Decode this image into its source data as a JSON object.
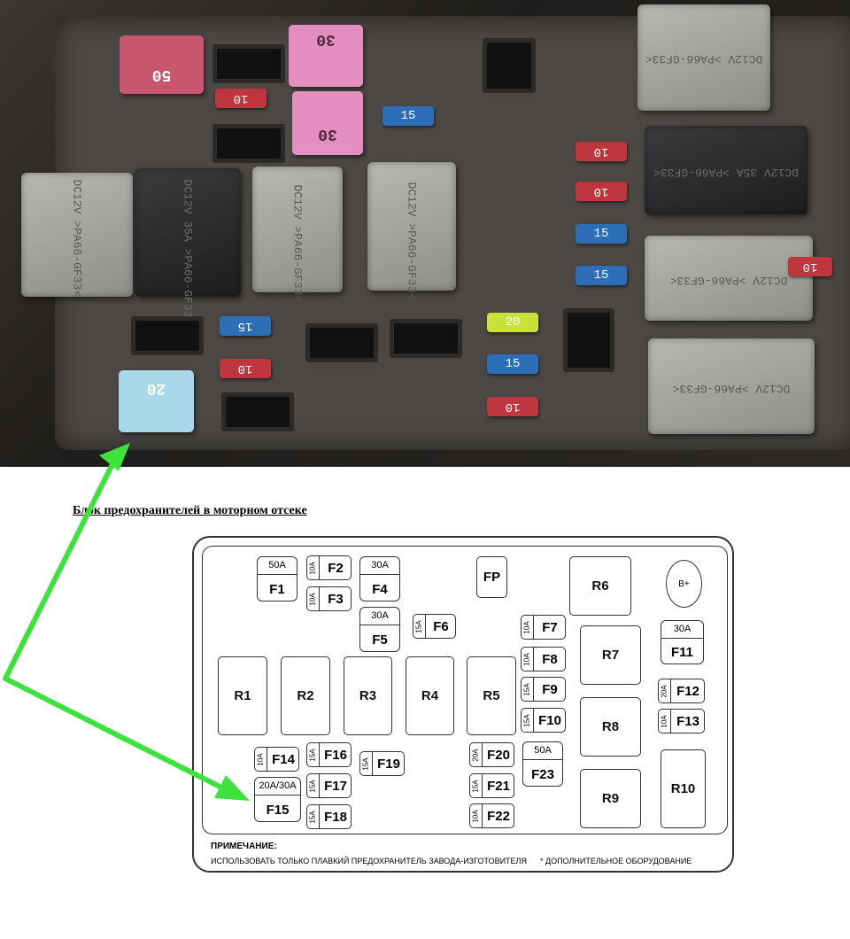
{
  "photo": {
    "relays": [
      {
        "text": "DC12V >PA66-GF33<"
      },
      {
        "text": "DC12V 35A >PA66-GF33<"
      },
      {
        "text": "DC12V >PA66-GF33<"
      },
      {
        "text": "DC12V >PA66-GF33<"
      },
      {
        "text": "DC12V >PA66-GF33<"
      },
      {
        "text": "DC12V 35A >PA66-GF33<"
      },
      {
        "text": "DC12V >PA66-GF33<"
      },
      {
        "text": "DC12V >PA66-GF33<"
      }
    ],
    "maxi_fuses": [
      {
        "value": "50",
        "color": "#c9566f"
      },
      {
        "value": "30",
        "color": "#e58fc0"
      },
      {
        "value": "30",
        "color": "#e58fc0"
      },
      {
        "value": "20",
        "color": "#a9d8ea"
      }
    ],
    "mini_fuses": [
      {
        "value": "10",
        "color": "#c0363f"
      },
      {
        "value": "15",
        "color": "#2d6fb6"
      },
      {
        "value": "10",
        "color": "#c0363f"
      },
      {
        "value": "10",
        "color": "#c0363f"
      },
      {
        "value": "15",
        "color": "#2d6fb6"
      },
      {
        "value": "15",
        "color": "#2d6fb6"
      },
      {
        "value": "15",
        "color": "#2d6fb6"
      },
      {
        "value": "20",
        "color": "#c9e23a"
      },
      {
        "value": "10",
        "color": "#c0363f"
      },
      {
        "value": "15",
        "color": "#2d6fb6"
      },
      {
        "value": "10",
        "color": "#c0363f"
      },
      {
        "value": "10",
        "color": "#c0363f"
      }
    ]
  },
  "diagram": {
    "caption": "Блок предохранителей в моторном отсеке",
    "relays": {
      "R1": "R1",
      "R2": "R2",
      "R3": "R3",
      "R4": "R4",
      "R5": "R5",
      "R6": "R6",
      "R7": "R7",
      "R8": "R8",
      "R9": "R9",
      "R10": "R10"
    },
    "fp": "FP",
    "bplus": "B+",
    "maxi": {
      "F1": {
        "amp": "50A",
        "id": "F1"
      },
      "F4": {
        "amp": "30A",
        "id": "F4"
      },
      "F5": {
        "amp": "30A",
        "id": "F5"
      },
      "F11": {
        "amp": "30A",
        "id": "F11"
      },
      "F15": {
        "amp": "20A/30A",
        "id": "F15"
      },
      "F23": {
        "amp": "50A",
        "id": "F23"
      }
    },
    "mini": {
      "F2": {
        "amp": "10A",
        "id": "F2"
      },
      "F3": {
        "amp": "10A",
        "id": "F3"
      },
      "F6": {
        "amp": "15A",
        "id": "F6"
      },
      "F7": {
        "amp": "10A",
        "id": "F7"
      },
      "F8": {
        "amp": "10A",
        "id": "F8"
      },
      "F9": {
        "amp": "15A",
        "id": "F9"
      },
      "F10": {
        "amp": "15A",
        "id": "F10"
      },
      "F12": {
        "amp": "20A",
        "id": "F12"
      },
      "F13": {
        "amp": "10A",
        "id": "F13"
      },
      "F14": {
        "amp": "10A",
        "id": "F14"
      },
      "F16": {
        "amp": "15A",
        "id": "F16"
      },
      "F17": {
        "amp": "15A",
        "id": "F17"
      },
      "F18": {
        "amp": "15A",
        "id": "F18"
      },
      "F19": {
        "amp": "15A",
        "id": "F19"
      },
      "F20": {
        "amp": "20A",
        "id": "F20"
      },
      "F21": {
        "amp": "15A",
        "id": "F21"
      },
      "F22": {
        "amp": "10A",
        "id": "F22"
      }
    },
    "note_title": "ПРИМЕЧАНИЕ:",
    "note_text": "ИСПОЛЬЗОВАТЬ ТОЛЬКО ПЛАВКИЙ ПРЕДОХРАНИТЕЛЬ ЗАВОДА-ИЗГОТОВИТЕЛЯ",
    "note_extra": "* ДОПОЛНИТЕЛЬНОЕ ОБОРУДОВАНИЕ"
  },
  "arrow_color": "#3ee23c"
}
